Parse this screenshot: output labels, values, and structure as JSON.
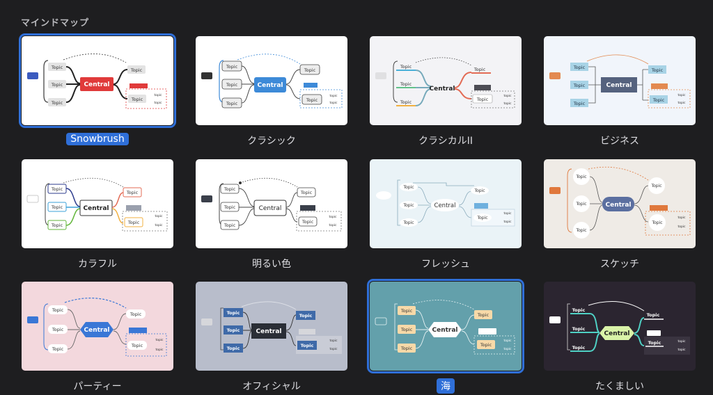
{
  "section": {
    "title": "マインドマップ"
  },
  "texts": {
    "topic": "Topic",
    "central": "Central",
    "sub": "topic"
  },
  "themes": [
    {
      "id": "snowbrush",
      "name": "Snowbrush",
      "selected": true
    },
    {
      "id": "classic",
      "name": "クラシック",
      "selected": false
    },
    {
      "id": "classical2",
      "name": "クラシカルII",
      "selected": false
    },
    {
      "id": "business",
      "name": "ビジネス",
      "selected": false
    },
    {
      "id": "colorful",
      "name": "カラフル",
      "selected": false
    },
    {
      "id": "bright",
      "name": "明るい色",
      "selected": false
    },
    {
      "id": "fresh",
      "name": "フレッシュ",
      "selected": false
    },
    {
      "id": "sketch",
      "name": "スケッチ",
      "selected": false
    },
    {
      "id": "party",
      "name": "パーティー",
      "selected": false
    },
    {
      "id": "official",
      "name": "オフィシャル",
      "selected": false
    },
    {
      "id": "sea",
      "name": "海",
      "selected": true
    },
    {
      "id": "tough",
      "name": "たくましい",
      "selected": false
    }
  ],
  "colors": {
    "accent": "#2f6fd8",
    "snowbrush_central": "#e03a3a",
    "classic_central": "#3d8ad8",
    "business_central": "#55627e",
    "sketch_central": "#5b6fa0",
    "party_central": "#3a77d6",
    "official_central": "#2a2e36",
    "sea_bg": "#63a0ab",
    "tough_central": "#d9f3a8"
  }
}
